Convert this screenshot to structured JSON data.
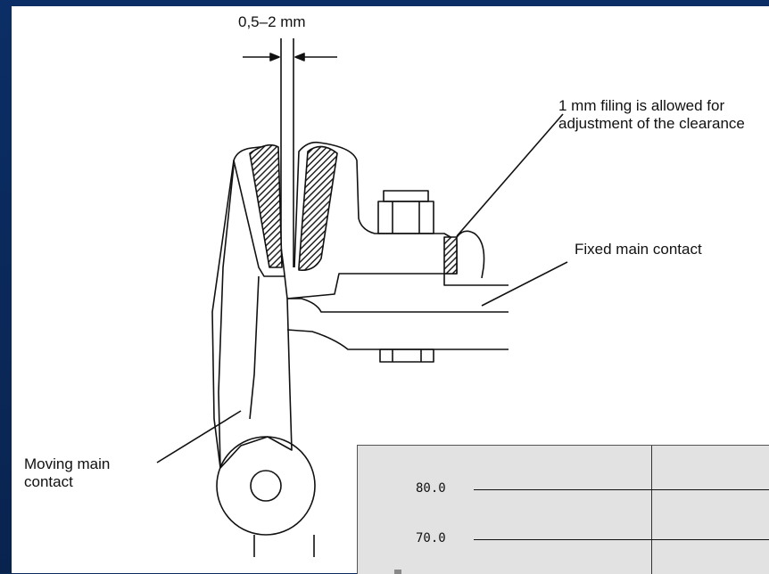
{
  "diagram": {
    "dimension_label": "0,5–2 mm",
    "filing_note": "1 mm filing is allowed for adjustment of the clearance",
    "fixed_contact_label": "Fixed main contact",
    "moving_contact_label": "Moving main contact"
  },
  "inset_chart": {
    "tick_labels": [
      "80.0",
      "70.0"
    ]
  },
  "colors": {
    "background": "#0b2a5c",
    "panel": "#ffffff",
    "inset": "#e2e2e2"
  }
}
